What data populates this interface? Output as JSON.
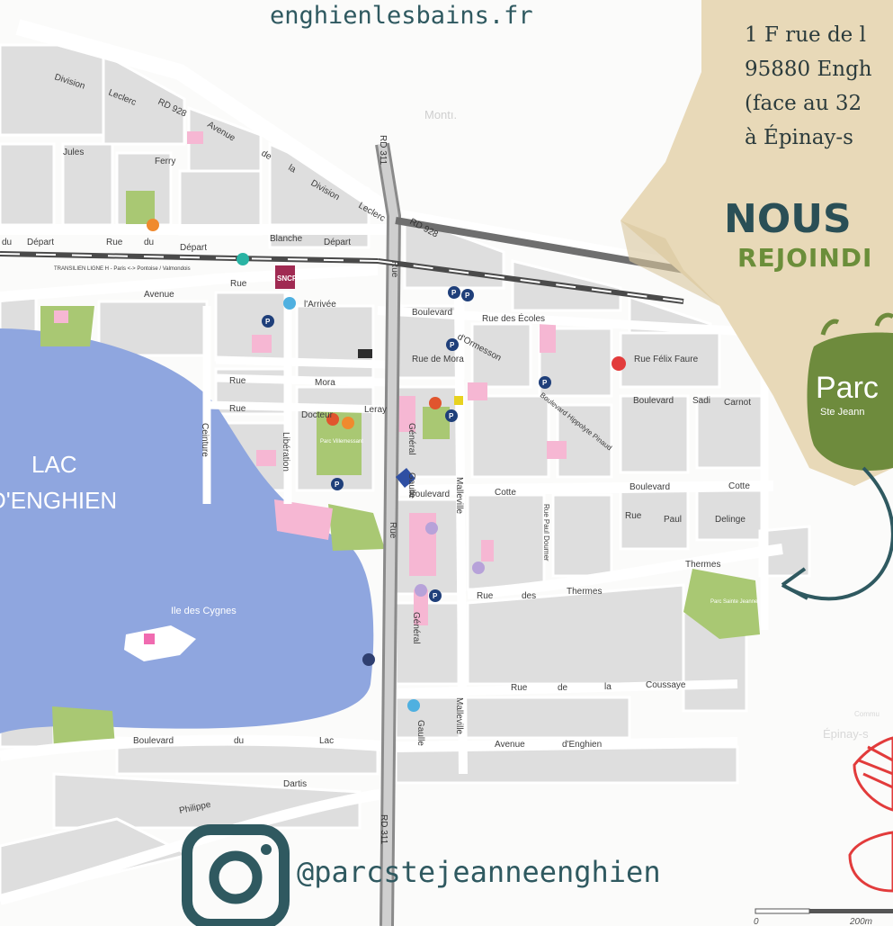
{
  "header": {
    "website": "enghienlesbains.fr"
  },
  "address": {
    "line1": "1 F rue de l",
    "line2": "95880 Engh",
    "line3": "(face au 32",
    "line4": "à Épinay-s"
  },
  "title": {
    "main": "NOUS",
    "sub": "REJOINDI"
  },
  "logo": {
    "name": "Parc",
    "sub": "Ste Jeann"
  },
  "social": {
    "handle": "@parcstejeanneenghien"
  },
  "scale": {
    "zero": "0",
    "distance": "200m"
  },
  "labels": {
    "lake": "LAC",
    "lake2": "D'ENGHIEN",
    "isle": "Ile des Cygnes",
    "division": "Division",
    "leclerc": "Leclerc",
    "rd928": "RD 928",
    "avenue": "Avenue",
    "de": "de",
    "la": "la",
    "rd311": "RD 311",
    "rd311b": "RD 311",
    "rd928b": "RD 928",
    "depart": "Départ",
    "du": "du",
    "rue": "Rue",
    "jules": "Jules",
    "ferry": "Ferry",
    "transilien": "TRANSILIEN LIGNE H - Paris <-> Pontoise / Valmondois",
    "arrivee": "l'Arrivée",
    "mora": "Mora",
    "ruemora": "Rue de Mora",
    "docteur": "Docteur",
    "leray": "Leray",
    "blanche": "Blanche",
    "boulevard": "Boulevard",
    "ruedesecoles": "Rue des Écoles",
    "ormesson": "d'Ormesson",
    "felixfaure": "Rue Félix Faure",
    "sadi": "Sadi",
    "carnot": "Carnot",
    "cotte": "Cotte",
    "paul": "Paul",
    "delinge": "Delinge",
    "thermes": "Thermes",
    "desthermes": "des",
    "coussaye": "Coussaye",
    "enghien": "d'Enghien",
    "lac": "Lac",
    "dartis": "Dartis",
    "philippe": "Philippe",
    "general": "Général",
    "gaulle": "Gaulle",
    "malleville": "Malleville",
    "ceinture": "Ceinture",
    "liberation": "Libération",
    "parcsj": "Parc Sainte Jeanne",
    "villemessant": "Parc Villemessant",
    "montm": "Montı.",
    "epinay": "Épinay-s",
    "commune": "Commu",
    "sncf": "SNCF",
    "p": "P",
    "ruepaulde": "Rue Paul Doumer",
    "hippolyte": "Boulevard Hippolyte Pinaud"
  },
  "colors": {
    "lake": "#8fa6df",
    "block": "#dedede",
    "road": "#ffffff",
    "rail": "#4a4a4a",
    "pink": "#f6b7d3",
    "park": "#a9c873",
    "kraft": "#e8d9b8",
    "teal": "#2f5960",
    "logo": "#6e8b3d",
    "parking": "#1f3f7a"
  }
}
